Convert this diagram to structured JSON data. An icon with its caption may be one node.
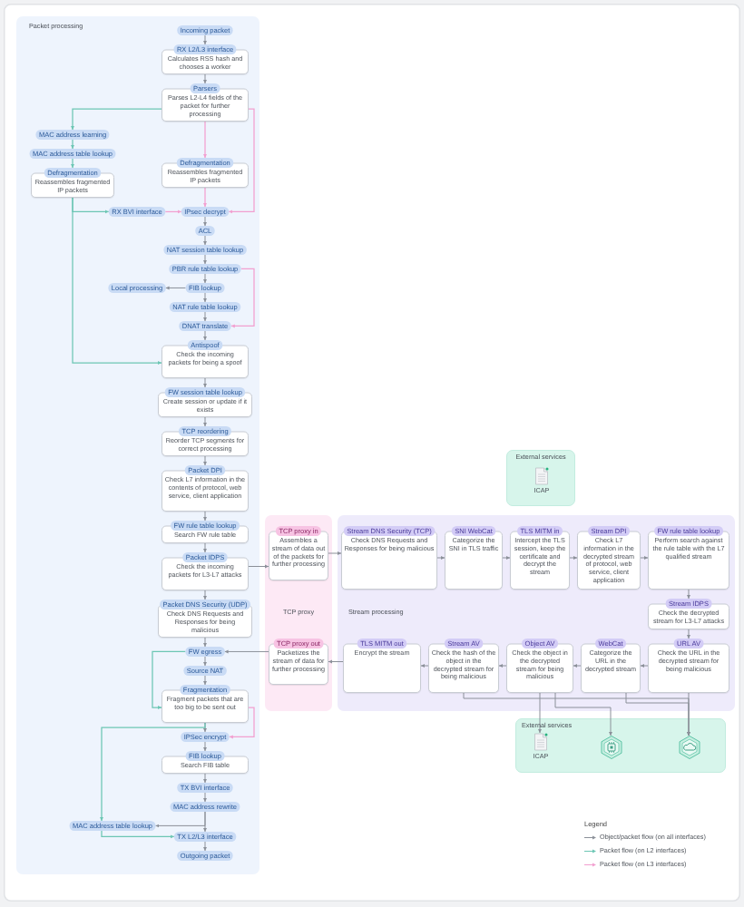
{
  "diagram": {
    "nodes": [
      {
        "text": [
          "Packet processing"
        ]
      },
      {
        "text": [
          "Incoming packet"
        ],
        "in": 0
      },
      {
        "text": [
          "RX L2/L3 interface",
          "Calculates RSS hash and chooses a worker"
        ],
        "in": 0
      },
      {
        "text": [
          "Parsers",
          "Parses L2-L4 fields of the packet for further processing"
        ],
        "in": 0
      },
      {
        "text": [
          "MAC address learning"
        ],
        "in": 0
      },
      {
        "text": [
          "MAC address table lookup"
        ],
        "in": 0
      },
      {
        "text": [
          "Defragmentation",
          "Reassembles fragmented IP packets"
        ],
        "in": 0
      },
      {
        "text": [
          "Defragmentation",
          "Reassembles fragmented IP packets"
        ],
        "in": 0
      },
      {
        "text": [
          "RX BVI interface"
        ],
        "in": 0
      },
      {
        "text": [
          "IPsec decrypt"
        ],
        "in": 0
      },
      {
        "text": [
          "ACL"
        ],
        "in": 0
      },
      {
        "text": [
          "NAT session table lookup"
        ],
        "in": 0
      },
      {
        "text": [
          "PBR rule table lookup"
        ],
        "in": 0
      },
      {
        "text": [
          "Local processing"
        ],
        "in": 0
      },
      {
        "text": [
          "FIB lookup"
        ],
        "in": 0
      },
      {
        "text": [
          "NAT rule table lookup"
        ],
        "in": 0
      },
      {
        "text": [
          "DNAT translate"
        ],
        "in": 0
      },
      {
        "text": [
          "Antispoof",
          "Check the incoming packets for being a spoof"
        ],
        "in": 0
      },
      {
        "text": [
          "FW session table lookup",
          "Create session or update if it exists"
        ],
        "in": 0
      },
      {
        "text": [
          "TCP reordering",
          "Reorder TCP segments for correct processing"
        ],
        "in": 0
      },
      {
        "text": [
          "Packet DPI",
          "Check L7 information in the contents of protocol, web service, client application"
        ],
        "in": 0
      },
      {
        "text": [
          "FW rule table lookup",
          "Search FW rule table"
        ],
        "in": 0
      },
      {
        "text": [
          "Packet IDPS",
          "Check the incoming packets for L3-L7 attacks"
        ],
        "in": 0
      },
      {
        "text": [
          "Packet DNS Security (UDP)",
          "Check DNS Requests and Responses for being malicious"
        ],
        "in": 0
      },
      {
        "text": [
          "FW egress"
        ],
        "in": 0
      },
      {
        "text": [
          "Source NAT"
        ],
        "in": 0
      },
      {
        "text": [
          "Fragmentation",
          "Fragment packets that are too big to be sent out"
        ],
        "in": 0
      },
      {
        "text": [
          "IPSec encrypt"
        ],
        "in": 0
      },
      {
        "text": [
          "FIB lookup",
          "Search FIB table"
        ],
        "in": 0
      },
      {
        "text": [
          "TX BVI interface"
        ],
        "in": 0
      },
      {
        "text": [
          "MAC address rewrite"
        ],
        "in": 0
      },
      {
        "text": [
          "MAC address table lookup"
        ],
        "in": 0
      },
      {
        "text": [
          "TX L2/L3 interface"
        ],
        "in": 0
      },
      {
        "text": [
          "Outgoing packet"
        ],
        "in": 0
      },
      {
        "text": [
          "External services"
        ]
      },
      {
        "text": [
          "ICAP"
        ],
        "in": 34
      },
      {
        "text": [
          "TCP proxy"
        ]
      },
      {
        "text": [
          "TCP proxy in",
          "Assembles a stream of data out of the packets for further processing"
        ],
        "in": 36
      },
      {
        "text": [
          "TCP proxy out",
          "Packetizes the stream of data for further processing"
        ],
        "in": 36
      },
      {
        "text": [
          "Stream processing"
        ]
      },
      {
        "text": [
          "Stream DNS Security (TCP)",
          "Check DNS Requests and Responses for being malicious"
        ],
        "in": 39
      },
      {
        "text": [
          "SNI WebCat",
          "Categorize the SNI in TLS traffic"
        ],
        "in": 39
      },
      {
        "text": [
          "TLS MITM in",
          "Intercept the TLS session, keep the certificate and decrypt the stream"
        ],
        "in": 39
      },
      {
        "text": [
          "Stream DPI",
          "Check L7 information in the decrypted stream of protocol, web service, client application"
        ],
        "in": 39
      },
      {
        "text": [
          "FW rule table lookup",
          "Perform search against the rule table with the L7 qualified stream"
        ],
        "in": 39
      },
      {
        "text": [
          "Stream IDPS",
          "Check the decrypted stream for L3-L7 attacks"
        ],
        "in": 39
      },
      {
        "text": [
          "TLS MITM out",
          "Encrypt the stream"
        ],
        "in": 39
      },
      {
        "text": [
          "Stream AV",
          "Check the hash of the object in the decrypted stream for being malicious"
        ],
        "in": 39
      },
      {
        "text": [
          "Object AV",
          "Check the object in the decrypted stream for being malicious"
        ],
        "in": 39
      },
      {
        "text": [
          "WebCat",
          "Categorize the URL in the decrypted stream"
        ],
        "in": 39
      },
      {
        "text": [
          "URL AV",
          "Check the URL in the decrypted stream for being malicious"
        ],
        "in": 39
      },
      {
        "text": [
          "External services"
        ]
      },
      {
        "text": [
          "ICAP"
        ],
        "in": 51
      },
      {
        "text": [],
        "shape": "hexagon",
        "in": 51
      },
      {
        "text": [],
        "shape": "hexagon",
        "in": 51
      }
    ],
    "edges": [
      {
        "from": 1,
        "to": 2,
        "arrow": "to"
      },
      {
        "from": 2,
        "to": 3,
        "arrow": "to"
      },
      {
        "from": 3,
        "to": 4,
        "arrow": "to",
        "color": "#6cc6b4"
      },
      {
        "from": 3,
        "to": 7,
        "arrow": "to",
        "color": "#f29fd0"
      },
      {
        "from": 3,
        "to": 9,
        "arrow": "to",
        "color": "#f29fd0"
      },
      {
        "from": 4,
        "to": 5,
        "arrow": "to",
        "color": "#6cc6b4"
      },
      {
        "from": 5,
        "to": 6,
        "arrow": "to",
        "color": "#6cc6b4"
      },
      {
        "from": 6,
        "to": 8,
        "arrow": "to",
        "color": "#6cc6b4"
      },
      {
        "from": 6,
        "to": 17,
        "arrow": "to",
        "color": "#6cc6b4"
      },
      {
        "from": 8,
        "to": 9,
        "arrow": "to",
        "color": "#f29fd0"
      },
      {
        "from": 7,
        "to": 9,
        "arrow": "to",
        "color": "#f29fd0"
      },
      {
        "from": 9,
        "to": 10,
        "arrow": "to"
      },
      {
        "from": 10,
        "to": 11,
        "arrow": "to"
      },
      {
        "from": 11,
        "to": 12,
        "arrow": "to"
      },
      {
        "from": 12,
        "to": 14,
        "arrow": "to"
      },
      {
        "from": 12,
        "to": 16,
        "arrow": "to",
        "color": "#f29fd0"
      },
      {
        "from": 14,
        "to": 13,
        "arrow": "to"
      },
      {
        "from": 14,
        "to": 15,
        "arrow": "to"
      },
      {
        "from": 15,
        "to": 16,
        "arrow": "to"
      },
      {
        "from": 16,
        "to": 17,
        "arrow": "to"
      },
      {
        "from": 17,
        "to": 18,
        "arrow": "to"
      },
      {
        "from": 18,
        "to": 19,
        "arrow": "to"
      },
      {
        "from": 19,
        "to": 20,
        "arrow": "to"
      },
      {
        "from": 20,
        "to": 21,
        "arrow": "to"
      },
      {
        "from": 21,
        "to": 22,
        "arrow": "to"
      },
      {
        "from": 22,
        "to": 23,
        "arrow": "to"
      },
      {
        "from": 22,
        "to": 37,
        "arrow": "to"
      },
      {
        "from": 37,
        "to": 40,
        "arrow": "to"
      },
      {
        "from": 40,
        "to": 41,
        "arrow": "to"
      },
      {
        "from": 41,
        "to": 42,
        "arrow": "to"
      },
      {
        "from": 42,
        "to": 43,
        "arrow": "to"
      },
      {
        "from": 43,
        "to": 44,
        "arrow": "to"
      },
      {
        "from": 44,
        "to": 45,
        "arrow": "to"
      },
      {
        "from": 45,
        "to": 50,
        "arrow": "to"
      },
      {
        "from": 50,
        "to": 49,
        "arrow": "to"
      },
      {
        "from": 49,
        "to": 48,
        "arrow": "to"
      },
      {
        "from": 48,
        "to": 47,
        "arrow": "to"
      },
      {
        "from": 47,
        "to": 46,
        "arrow": "to"
      },
      {
        "from": 46,
        "to": 38,
        "arrow": "to"
      },
      {
        "from": 38,
        "to": 24,
        "arrow": "to"
      },
      {
        "from": 23,
        "to": 24,
        "arrow": "to"
      },
      {
        "from": 24,
        "to": 25,
        "arrow": "to"
      },
      {
        "from": 24,
        "to": 26,
        "arrow": "to",
        "color": "#6cc6b4"
      },
      {
        "from": 25,
        "to": 26,
        "arrow": "to"
      },
      {
        "from": 26,
        "to": 27,
        "arrow": "to"
      },
      {
        "from": 26,
        "to": 27,
        "arrow": "to",
        "color": "#f29fd0"
      },
      {
        "from": 27,
        "to": 28,
        "arrow": "to"
      },
      {
        "from": 26,
        "to": 31,
        "arrow": "to",
        "color": "#6cc6b4"
      },
      {
        "from": 28,
        "to": 29,
        "arrow": "to"
      },
      {
        "from": 29,
        "to": 30,
        "arrow": "to"
      },
      {
        "from": 30,
        "to": 32,
        "arrow": "to"
      },
      {
        "from": 31,
        "to": 32,
        "arrow": "to",
        "color": "#6cc6b4"
      },
      {
        "from": 32,
        "to": 33,
        "arrow": "to"
      },
      {
        "from": 30,
        "to": 31,
        "arrow": "to"
      },
      {
        "from": 47,
        "to": 54,
        "arrow": "to"
      },
      {
        "from": 48,
        "to": 52,
        "arrow": "to"
      },
      {
        "from": 48,
        "to": 53,
        "arrow": "to"
      },
      {
        "from": 49,
        "to": 54,
        "arrow": "to"
      },
      {
        "from": 50,
        "to": 54,
        "arrow": "to"
      }
    ],
    "labels": [
      "Legend"
    ],
    "legend": [
      {
        "text": "Object/packet flow (on all interfaces)"
      },
      {
        "text": "Packet flow (on L2 interfaces)"
      },
      {
        "text": "Packet flow (on L3 interfaces)"
      }
    ]
  }
}
